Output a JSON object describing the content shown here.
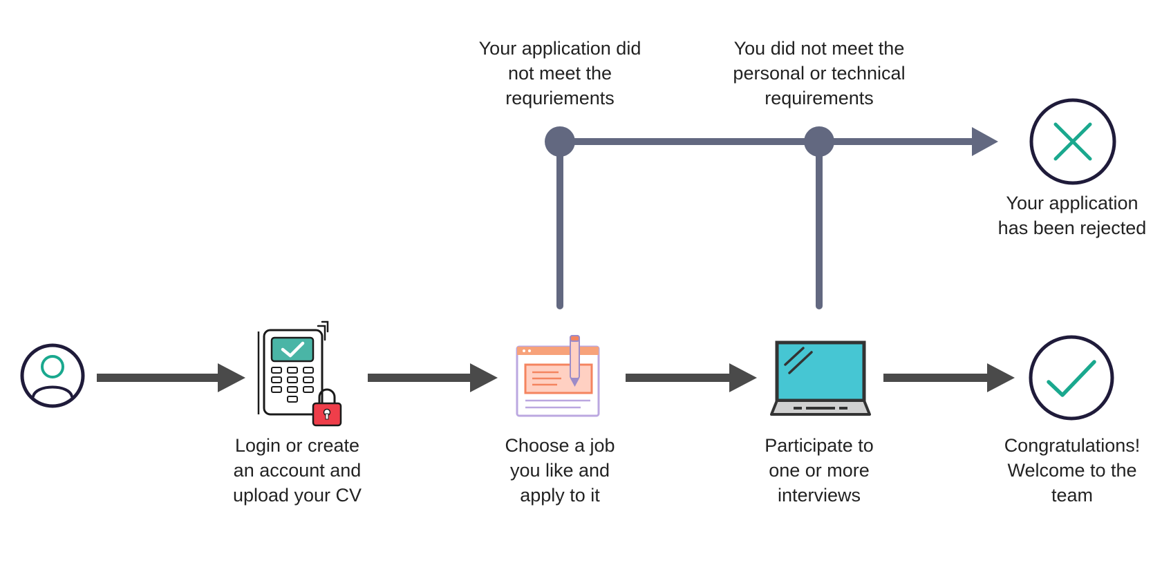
{
  "colors": {
    "flow_arrow": "#4a4a4a",
    "reject_line": "#626880",
    "circle_stroke": "#1f1b3a",
    "accent_teal": "#1aa88e",
    "lock_red": "#ef3e4a",
    "laptop_screen": "#46c6d3",
    "doc_orange": "#f7a27a",
    "doc_pink": "#ffd0c2",
    "doc_lavender": "#bba7e0"
  },
  "icons": {
    "start": "user-icon",
    "step1": "keypad-lock-icon",
    "step2": "job-application-icon",
    "step3": "laptop-icon",
    "rejected": "x-mark-icon",
    "success": "checkmark-icon"
  },
  "steps": [
    {
      "lines": [
        "Login or create",
        "an account and",
        "upload your CV"
      ]
    },
    {
      "lines": [
        "Choose a job",
        "you like and",
        "apply to it"
      ]
    },
    {
      "lines": [
        "Participate to",
        "one or more",
        "interviews"
      ]
    }
  ],
  "branches": [
    {
      "lines": [
        "Your application did",
        "not meet the",
        "requriements"
      ]
    },
    {
      "lines": [
        "You did not meet the",
        "personal or technical",
        "requirements"
      ]
    }
  ],
  "outcomes": {
    "rejected": {
      "lines": [
        "Your application",
        "has been rejected"
      ]
    },
    "success": {
      "lines": [
        "Congratulations!",
        "Welcome to the",
        "team"
      ]
    }
  }
}
